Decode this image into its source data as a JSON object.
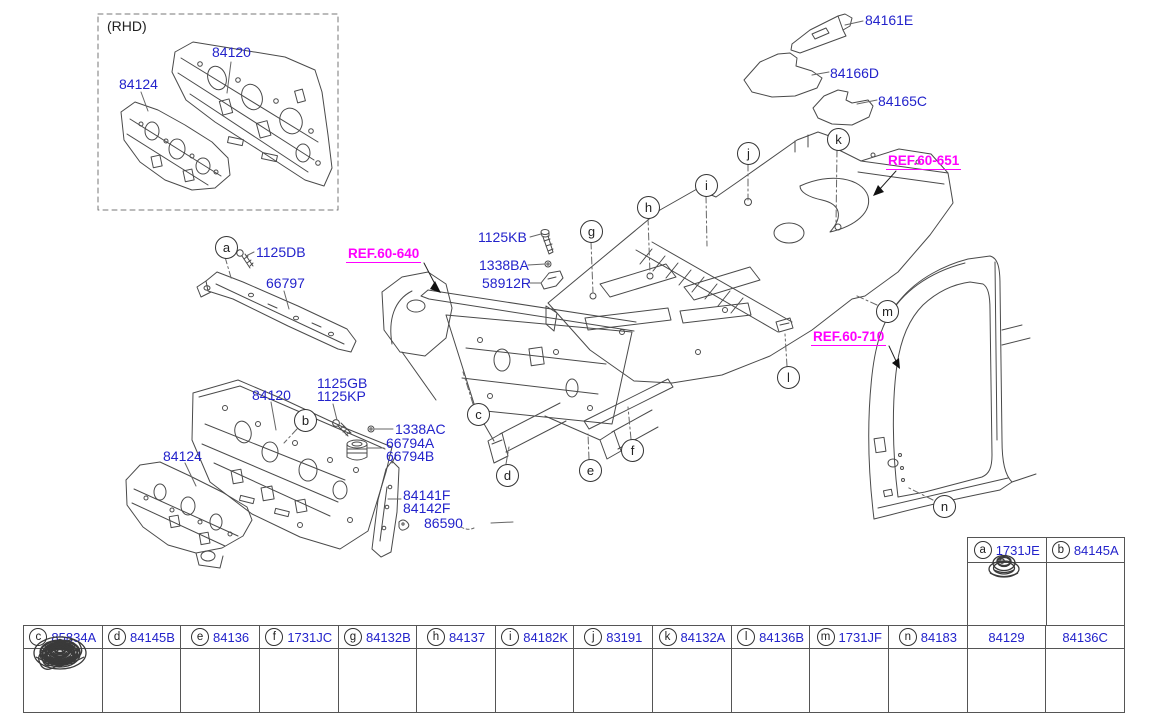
{
  "colors": {
    "part_label_blue": "#2323cb",
    "ref_link_magenta": "#ff00ff",
    "line_art_gray": "#4a4a4a",
    "background": "#ffffff"
  },
  "inset": {
    "caption": "(RHD)",
    "p84120": "84120",
    "p84124": "84124"
  },
  "part_labels": {
    "p84161E": "84161E",
    "p84166D": "84166D",
    "p84165C": "84165C",
    "p1125DB": "1125DB",
    "p66797": "66797",
    "p1125KB": "1125KB",
    "p1338BA": "1338BA",
    "p58912R": "58912R",
    "p1125GB": "1125GB",
    "p1125KP": "1125KP",
    "p84120": "84120",
    "p1338AC": "1338AC",
    "p66794A": "66794A",
    "p66794B": "66794B",
    "p84124": "84124",
    "p84141F": "84141F",
    "p84142F": "84142F",
    "p86590": "86590"
  },
  "ref_links": {
    "r60_640": "REF.60-640",
    "r60_651": "REF.60-651",
    "r60_710": "REF.60-710"
  },
  "callouts": {
    "a": "a",
    "b": "b",
    "c": "c",
    "d": "d",
    "e": "e",
    "f": "f",
    "g": "g",
    "h": "h",
    "i": "i",
    "j": "j",
    "k": "k",
    "l": "l",
    "m": "m",
    "n": "n"
  },
  "parts_table": {
    "main_row": [
      {
        "letter": "c",
        "part": "85834A"
      },
      {
        "letter": "d",
        "part": "84145B"
      },
      {
        "letter": "e",
        "part": "84136"
      },
      {
        "letter": "f",
        "part": "1731JC"
      },
      {
        "letter": "g",
        "part": "84132B"
      },
      {
        "letter": "h",
        "part": "84137"
      },
      {
        "letter": "i",
        "part": "84182K"
      },
      {
        "letter": "j",
        "part": "83191"
      },
      {
        "letter": "k",
        "part": "84132A"
      },
      {
        "letter": "l",
        "part": "84136B"
      },
      {
        "letter": "m",
        "part": "1731JF"
      },
      {
        "letter": "n",
        "part": "84183"
      },
      {
        "letter": "",
        "part": "84129"
      },
      {
        "letter": "",
        "part": "84136C"
      }
    ],
    "side_table": [
      {
        "letter": "a",
        "part": "1731JE"
      },
      {
        "letter": "b",
        "part": "84145A"
      }
    ]
  }
}
